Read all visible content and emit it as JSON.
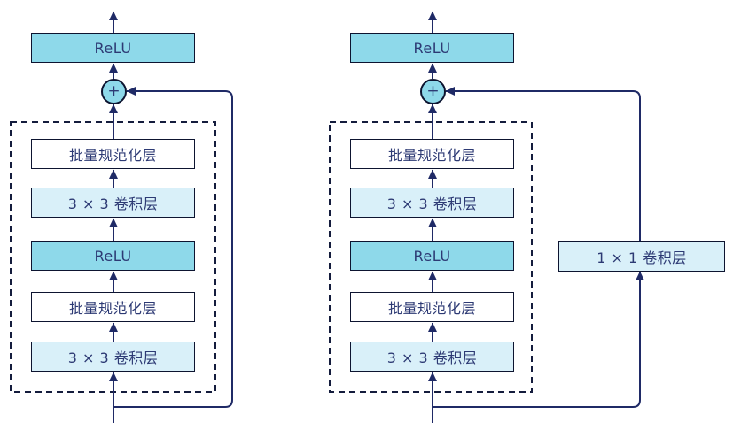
{
  "colors": {
    "relu_fill": "#8ed9ea",
    "conv_fill": "#d9f0f9",
    "bn_fill": "#ffffff",
    "line_color": "#1f2a66",
    "dash_color": "#141c3d",
    "border_color": "#0d1430",
    "text_color": "#2d3a74"
  },
  "left_block": {
    "output_label": "ReLU",
    "add_symbol": "+",
    "layers_top_to_bottom": [
      {
        "label": "批量规范化层",
        "type": "bn"
      },
      {
        "label": "3 × 3 卷积层",
        "type": "conv"
      },
      {
        "label": "ReLU",
        "type": "relu"
      },
      {
        "label": "批量规范化层",
        "type": "bn"
      },
      {
        "label": "3 × 3 卷积层",
        "type": "conv"
      }
    ]
  },
  "right_block": {
    "output_label": "ReLU",
    "add_symbol": "+",
    "layers_top_to_bottom": [
      {
        "label": "批量规范化层",
        "type": "bn"
      },
      {
        "label": "3 × 3 卷积层",
        "type": "conv"
      },
      {
        "label": "ReLU",
        "type": "relu"
      },
      {
        "label": "批量规范化层",
        "type": "bn"
      },
      {
        "label": "3 × 3 卷积层",
        "type": "conv"
      }
    ],
    "shortcut_layer": {
      "label": "1 × 1 卷积层",
      "type": "conv"
    }
  }
}
